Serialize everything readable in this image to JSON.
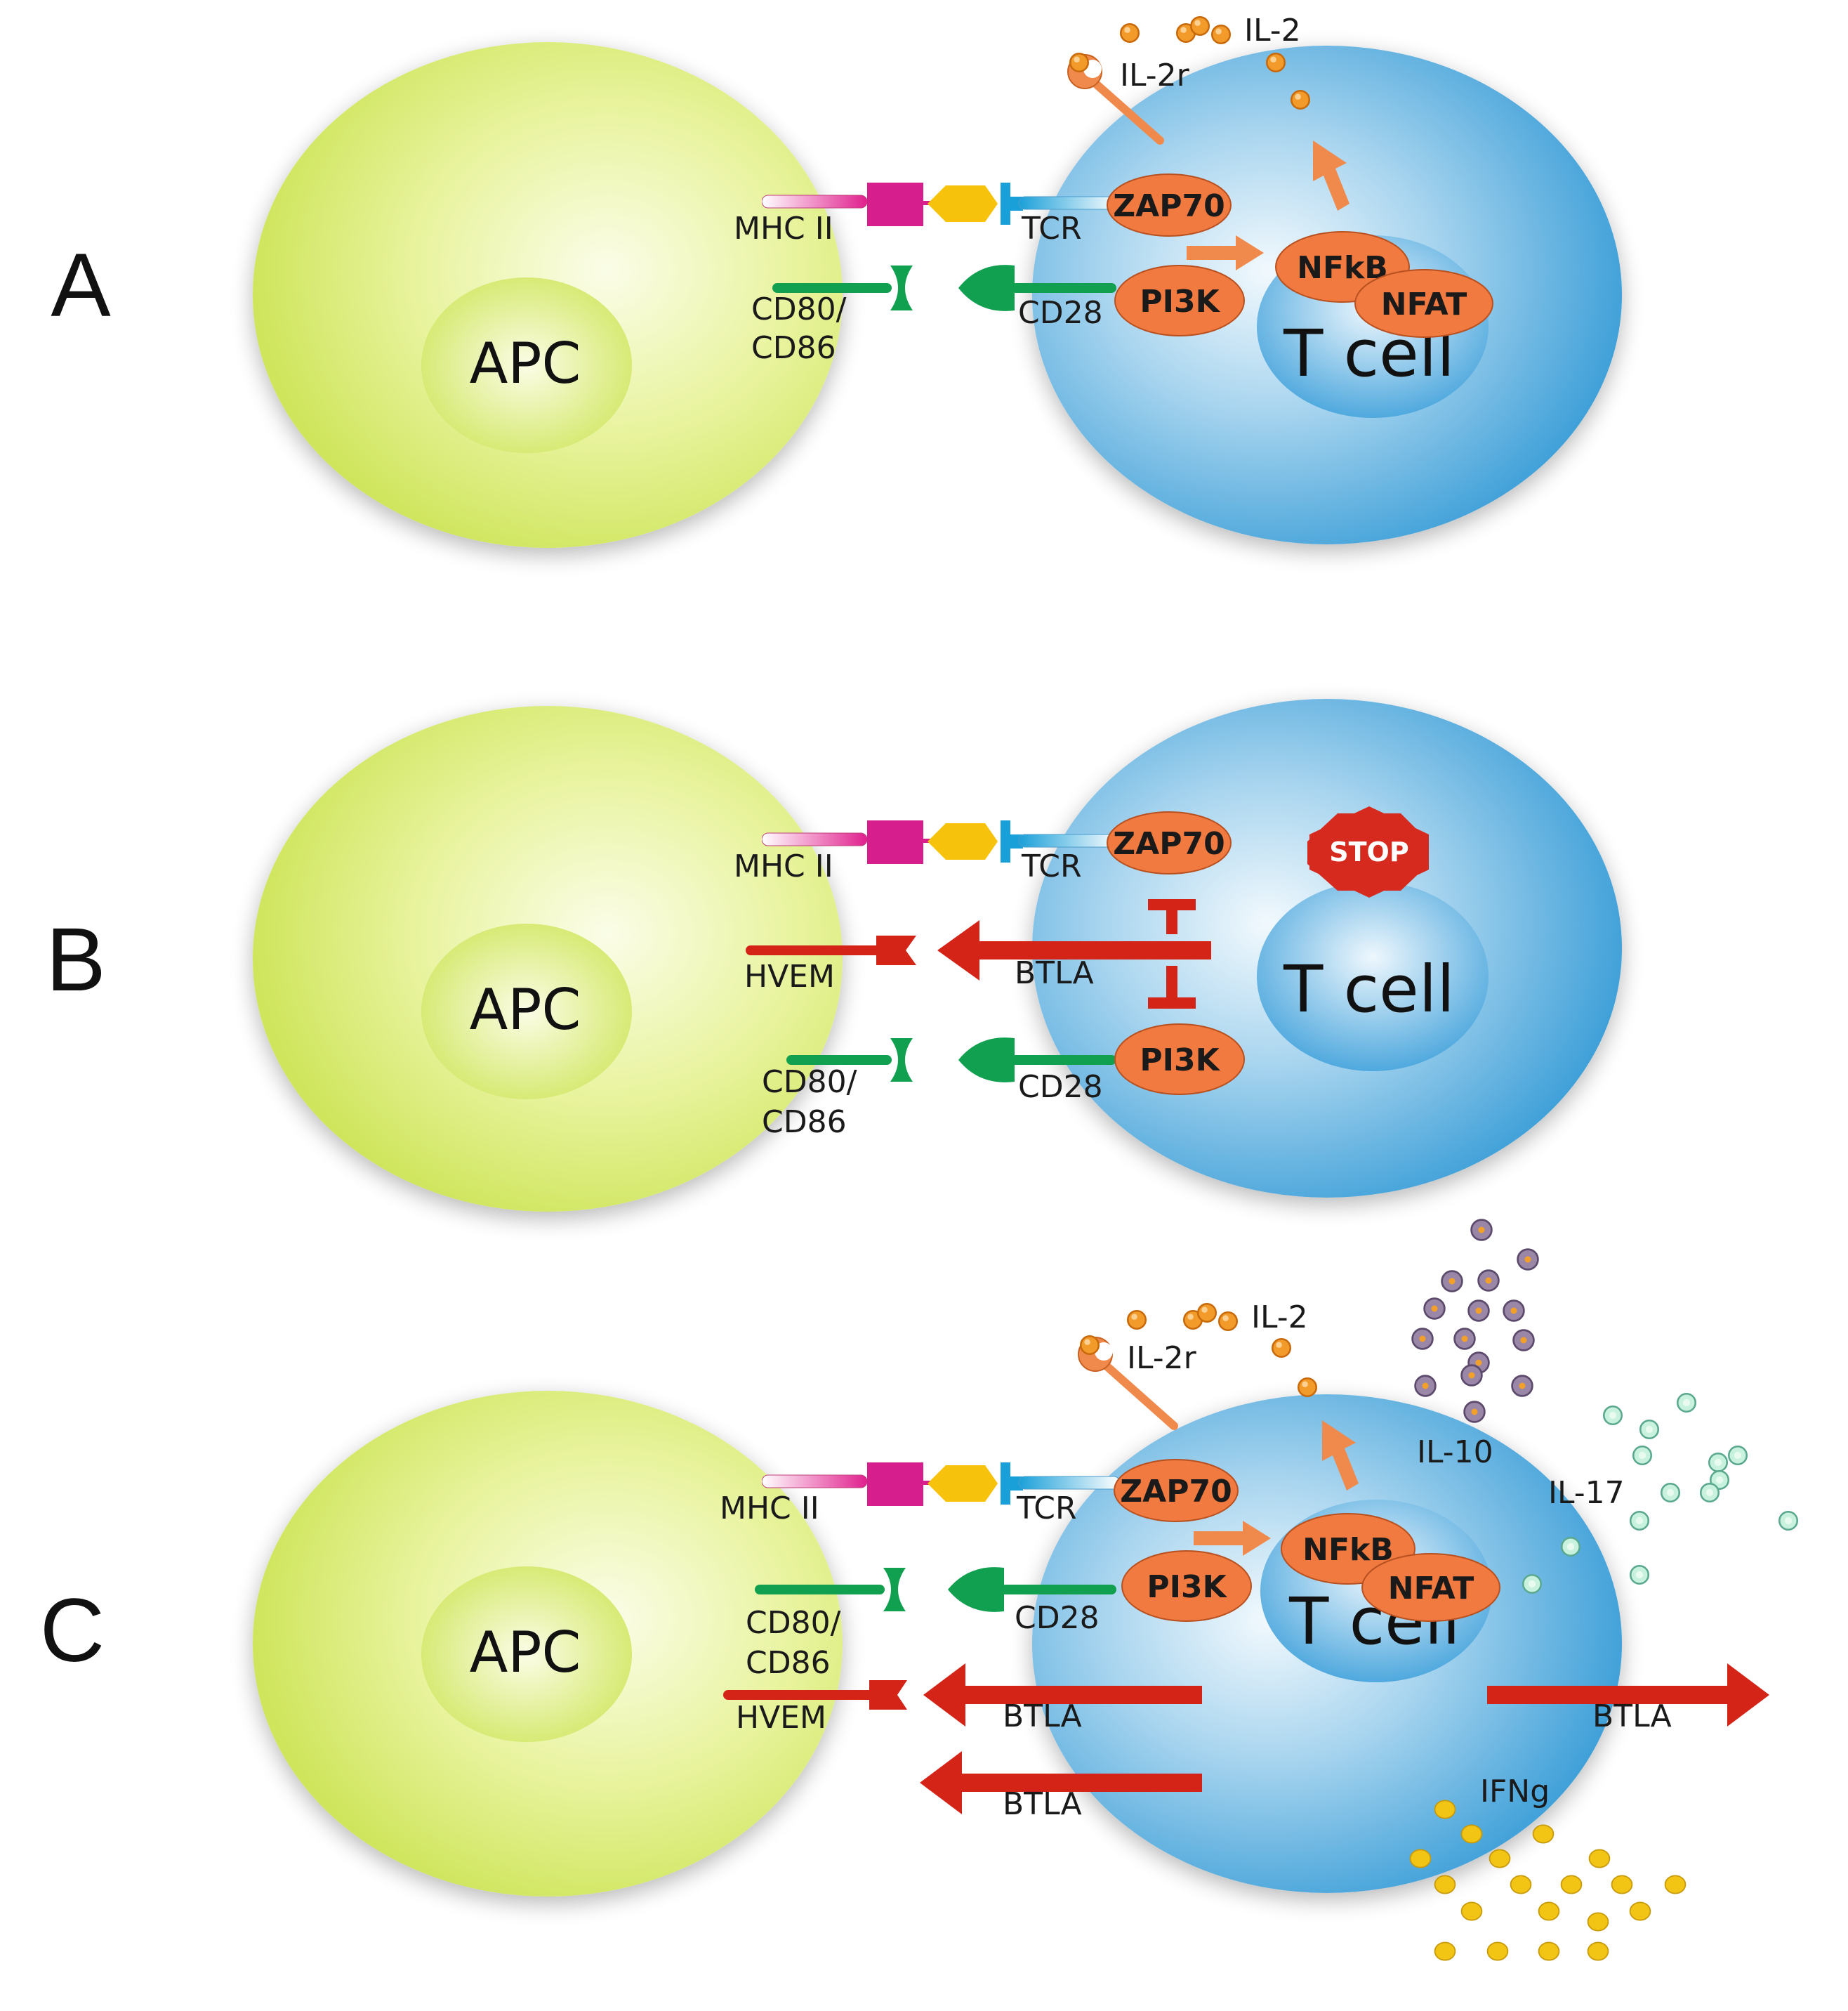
{
  "panels": [
    {
      "letter": "A",
      "apc": "APC",
      "tcell": "T cell",
      "mhc": "MHC II",
      "tcr": "TCR",
      "cd80": "CD80/",
      "cd86": "CD86",
      "cd28": "CD28",
      "zap70": "ZAP70",
      "pi3k": "PI3K",
      "nfkb": "NFkB",
      "nfat": "NFAT",
      "il2": "IL-2",
      "il2r": "IL-2r"
    },
    {
      "letter": "B",
      "apc": "APC",
      "tcell": "T cell",
      "mhc": "MHC II",
      "tcr": "TCR",
      "hvem": "HVEM",
      "btla": "BTLA",
      "cd80": "CD80/",
      "cd86": "CD86",
      "cd28": "CD28",
      "zap70": "ZAP70",
      "pi3k": "PI3K",
      "stop": "STOP"
    },
    {
      "letter": "C",
      "apc": "APC",
      "tcell": "T cell",
      "mhc": "MHC II",
      "tcr": "TCR",
      "cd80": "CD80/",
      "cd86": "CD86",
      "cd28": "CD28",
      "hvem": "HVEM",
      "btla_1": "BTLA",
      "btla_2": "BTLA",
      "btla_3": "BTLA",
      "zap70": "ZAP70",
      "pi3k": "PI3K",
      "nfkb": "NFkB",
      "nfat": "NFAT",
      "il2": "IL-2",
      "il2r": "IL-2r",
      "il10": "IL-10",
      "il17": "IL-17",
      "ifng": "IFNg"
    }
  ],
  "colors": {
    "apc_fill": "#d7ea6a",
    "tcell_fill": "#55aee0",
    "enzyme": "#f07a40",
    "activation_arrow": "#f08a4c",
    "btla_red": "#d42418",
    "cd28_green": "#10a050",
    "mhc_magenta": "#d61e8c",
    "peptide_yellow": "#f6c20c",
    "tcr_blue": "#1aa0d8",
    "stop_red": "#d62a1e",
    "il10_purple": "#8e7a9e",
    "il17_teal": "#b6eed6",
    "ifng_gold": "#f2c414",
    "il2_orange": "#f29a2a"
  }
}
